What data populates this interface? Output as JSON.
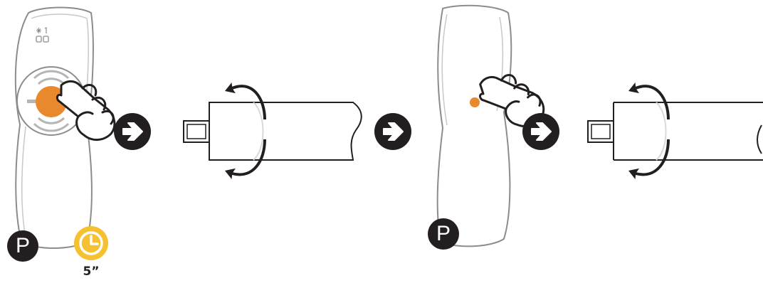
{
  "step1": {
    "program_badge": "P",
    "duration": "5”"
  },
  "step3": {
    "program_badge": "P"
  },
  "colors": {
    "remote_outline": "#8c8c8c",
    "button_orange": "#e8892e",
    "timer_yellow": "#f5c130",
    "arrow_circle": "#231f20",
    "ink": "#231f20"
  },
  "icons": {
    "remote": "remote-control-icon",
    "hand": "pointing-hand-icon",
    "next": "arrow-right-icon",
    "motor": "tube-motor-icon",
    "rotate": "rotate-arrows-icon",
    "timer": "clock-icon"
  }
}
